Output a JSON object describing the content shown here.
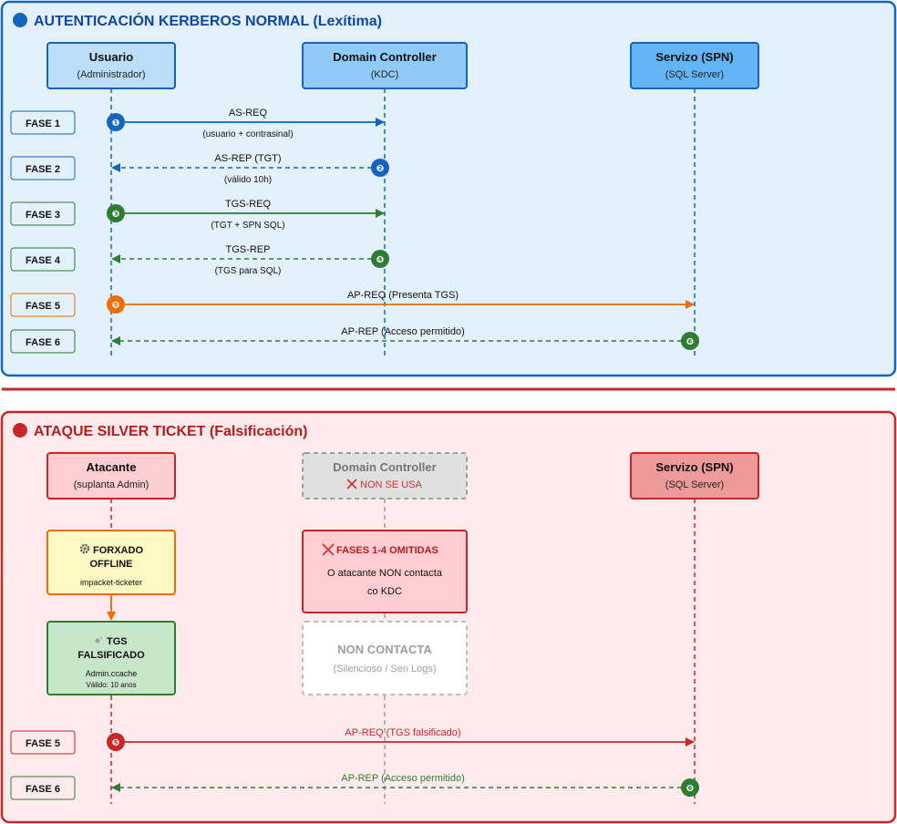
{
  "colors": {
    "blue": "#1565c0",
    "green": "#2e7d32",
    "orange": "#ef6c00",
    "red": "#c62828",
    "grey": "#9e9e9e"
  },
  "top": {
    "title": "AUTENTICACIÓN KERBEROS NORMAL (Lexítima)",
    "actors": [
      {
        "name": "Usuario",
        "sub": "(Administrador)"
      },
      {
        "name": "Domain Controller",
        "sub": "(KDC)"
      },
      {
        "name": "Servizo (SPN)",
        "sub": "(SQL Server)"
      }
    ],
    "phases": [
      "FASE 1",
      "FASE 2",
      "FASE 3",
      "FASE 4",
      "FASE 5",
      "FASE 6"
    ],
    "messages": [
      {
        "num": "❶",
        "label": "AS-REQ",
        "sub": "(usuario + contrasinal)"
      },
      {
        "num": "❷",
        "label": "AS-REP (TGT)",
        "sub": "(válido 10h)"
      },
      {
        "num": "❸",
        "label": "TGS-REQ",
        "sub": "(TGT + SPN SQL)"
      },
      {
        "num": "❹",
        "label": "TGS-REP",
        "sub": "(TGS para SQL)"
      },
      {
        "num": "❺",
        "label": "AP-REQ (Presenta TGS)"
      },
      {
        "num": "❻",
        "label": "AP-REP (Acceso permitido)"
      }
    ]
  },
  "bottom": {
    "title": "ATAQUE SILVER TICKET (Falsificación)",
    "actors": [
      {
        "name": "Atacante",
        "sub": "(suplanta Admin)"
      },
      {
        "name": "Domain Controller",
        "sub": "NON SE USA"
      },
      {
        "name": "Servizo (SPN)",
        "sub": "(SQL Server)"
      }
    ],
    "forge": {
      "line1": "FORXADO",
      "line2": "OFFLINE",
      "sub": "impacket-ticketer"
    },
    "tgs": {
      "line1": "TGS",
      "line2": "FALSIFICADO",
      "sub": "Admin.ccache",
      "tiny": "Válido: 10 anos"
    },
    "omitted": {
      "title": "FASES 1-4 OMITIDAS",
      "line1": "O atacante NON contacta",
      "line2": "co KDC"
    },
    "nocontact": {
      "title": "NON CONTACTA",
      "sub": "(Silencioso / Sen Logs)"
    },
    "phases": [
      "FASE 5",
      "FASE 6"
    ],
    "messages": [
      {
        "num": "❺",
        "label": "AP-REQ (TGS falsificado)"
      },
      {
        "num": "❻",
        "label": "AP-REP (Acceso permitido)"
      }
    ]
  }
}
